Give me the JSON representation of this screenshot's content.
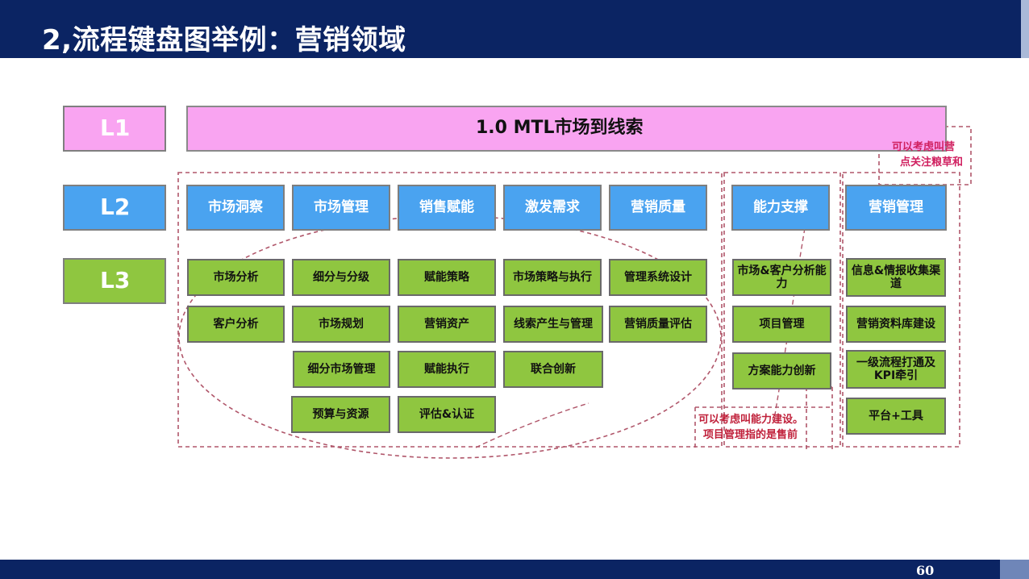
{
  "slide": {
    "title": "2,流程键盘图举例：营销领域",
    "page_number": "60"
  },
  "levels": {
    "l1": "L1",
    "l2": "L2",
    "l3": "L3"
  },
  "l1_process": "1.0   MTL市场到线索",
  "l2_items": [
    "市场洞察",
    "市场管理",
    "销售赋能",
    "激发需求",
    "营销质量",
    "能力支撑",
    "营销管理"
  ],
  "l3_columns": {
    "market_insight": [
      "市场分析",
      "客户分析"
    ],
    "market_management": [
      "细分与分级",
      "市场规划",
      "细分市场管理",
      "预算与资源"
    ],
    "sales_enablement": [
      "赋能策略",
      "营销资产",
      "赋能执行",
      "评估&认证"
    ],
    "demand_generation": [
      "市场策略与执行",
      "线索产生与管理",
      "联合创新"
    ],
    "marketing_quality": [
      "管理系统设计",
      "营销质量评估"
    ],
    "capability_support": [
      "市场&客户分析能力",
      "项目管理",
      "方案能力创新"
    ],
    "marketing_management": [
      "信息&情报收集渠道",
      "营销资料库建设",
      "一级流程打通及KPI牵引",
      "平台+工具"
    ]
  },
  "annotations": {
    "top_right": [
      "可以考虑叫营",
      "点关注粮草和"
    ],
    "bottom": [
      "可以考虑叫能力建设。",
      "项目管理指的是售前"
    ]
  },
  "colors": {
    "header": "#0b2463",
    "l1": "#f9a4f1",
    "l2": "#4aa3f0",
    "l3": "#8fc640",
    "dashed_outline": "#b0566a"
  }
}
